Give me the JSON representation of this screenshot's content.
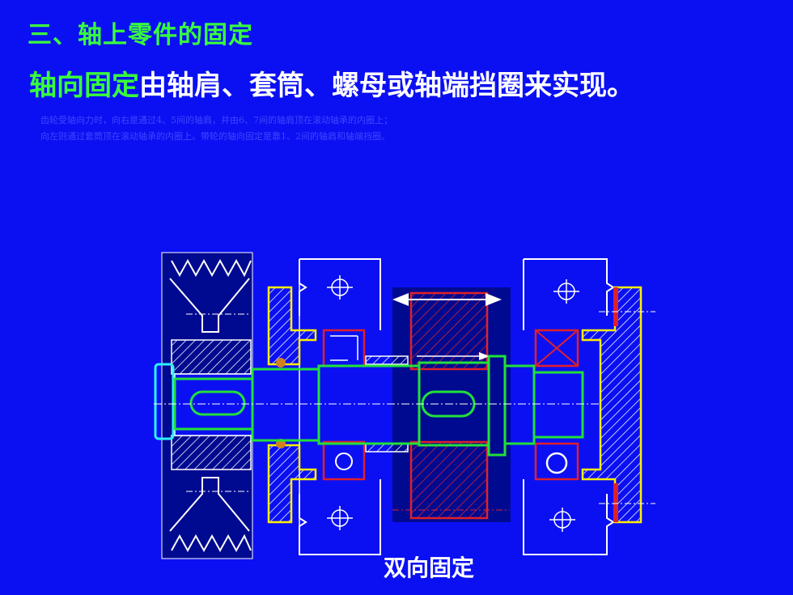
{
  "slide": {
    "title": "三、轴上零件的固定",
    "subtitle_highlight": "轴向固定",
    "subtitle_rest": "由轴肩、套筒、螺母或轴端挡圈来实现。",
    "note_line1": "齿轮受轴向力时，向右是通过4、5间的轴肩，并由6、7间的轴肩顶在滚动轴承的内圈上；",
    "note_line2": "向左则通过套筒顶在滚动轴承的内圈上。带轮的轴向固定是靠1、2间的轴肩和轴端挡圈。",
    "caption": "双向固定"
  },
  "colors": {
    "background": "#0b10f2",
    "title": "#39ff3c",
    "shaft": "#22e03a",
    "gear": "#e0202a",
    "cap": "#ffee00",
    "drawing_lines": "#ffffff",
    "retaining_ring": "#2ff0ff"
  }
}
